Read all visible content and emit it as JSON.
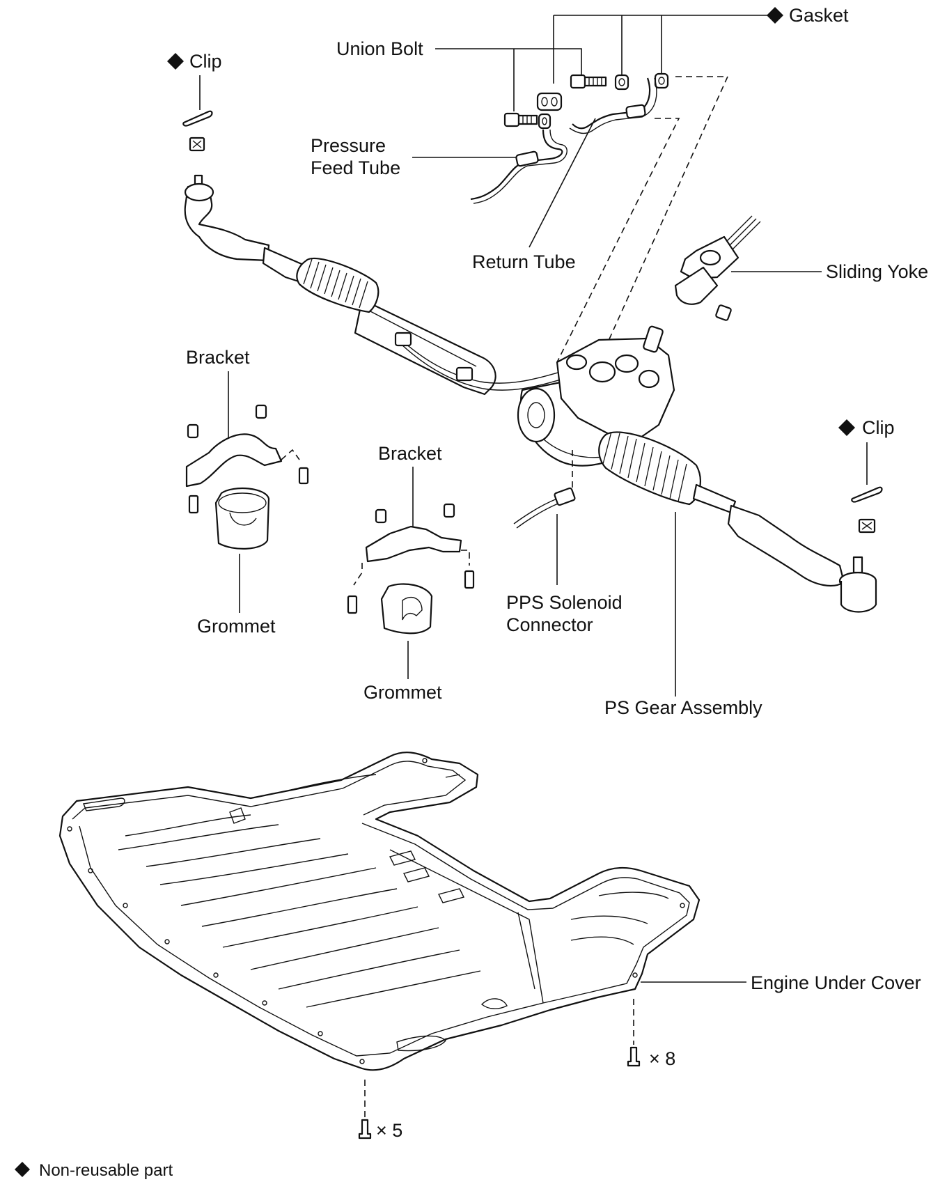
{
  "labels": {
    "gasket": "Gasket",
    "union_bolt": "Union Bolt",
    "clip_left": "Clip",
    "pressure_feed_line1": "Pressure",
    "pressure_feed_line2": "Feed Tube",
    "return_tube": "Return Tube",
    "sliding_yoke": "Sliding Yoke",
    "bracket_left": "Bracket",
    "bracket_center": "Bracket",
    "clip_right": "Clip",
    "grommet_left": "Grommet",
    "grommet_center": "Grommet",
    "pps_line1": "PPS Solenoid",
    "pps_line2": "Connector",
    "ps_gear": "PS Gear Assembly",
    "engine_under_cover": "Engine Under Cover",
    "qty_right": "× 8",
    "qty_left": "× 5"
  },
  "legend": {
    "text": "Non-reusable part"
  },
  "icons": {
    "non_reusable": "diamond-icon"
  }
}
